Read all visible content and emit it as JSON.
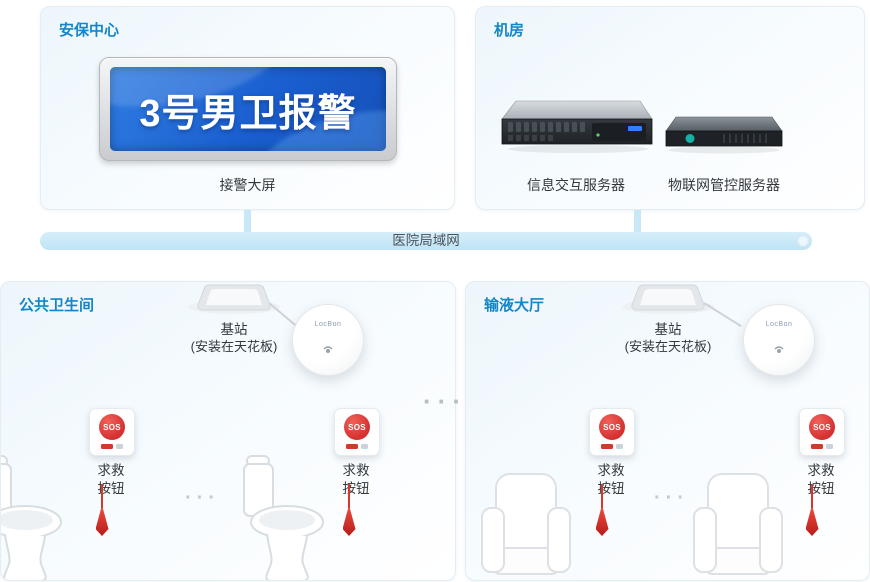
{
  "colors": {
    "accent_blue": "#1486c8",
    "screen_blue": "#1a5ecf",
    "alarm_red": "#d3382d",
    "lan_fill": "#c8e8f7"
  },
  "security_center": {
    "title": "安保中心",
    "alarm_text": "3号男卫报警",
    "screen_caption": "接警大屏"
  },
  "server_room": {
    "title": "机房",
    "server1_label": "信息交互服务器",
    "server2_label": "物联网管控服务器"
  },
  "network": {
    "label": "医院局域网"
  },
  "public_restroom": {
    "title": "公共卫生间",
    "station_label": "基站",
    "station_note": "(安装在天花板)",
    "beacon_brand": "LocBon",
    "sos_text": "SOS",
    "call_button_line1": "求救",
    "call_button_line2": "按钮"
  },
  "infusion_hall": {
    "title": "输液大厅",
    "station_label": "基站",
    "station_note": "(安装在天花板)",
    "beacon_brand": "LocBon",
    "sos_text": "SOS",
    "call_button_line1": "求救",
    "call_button_line2": "按钮"
  },
  "misc": {
    "more": "···"
  }
}
